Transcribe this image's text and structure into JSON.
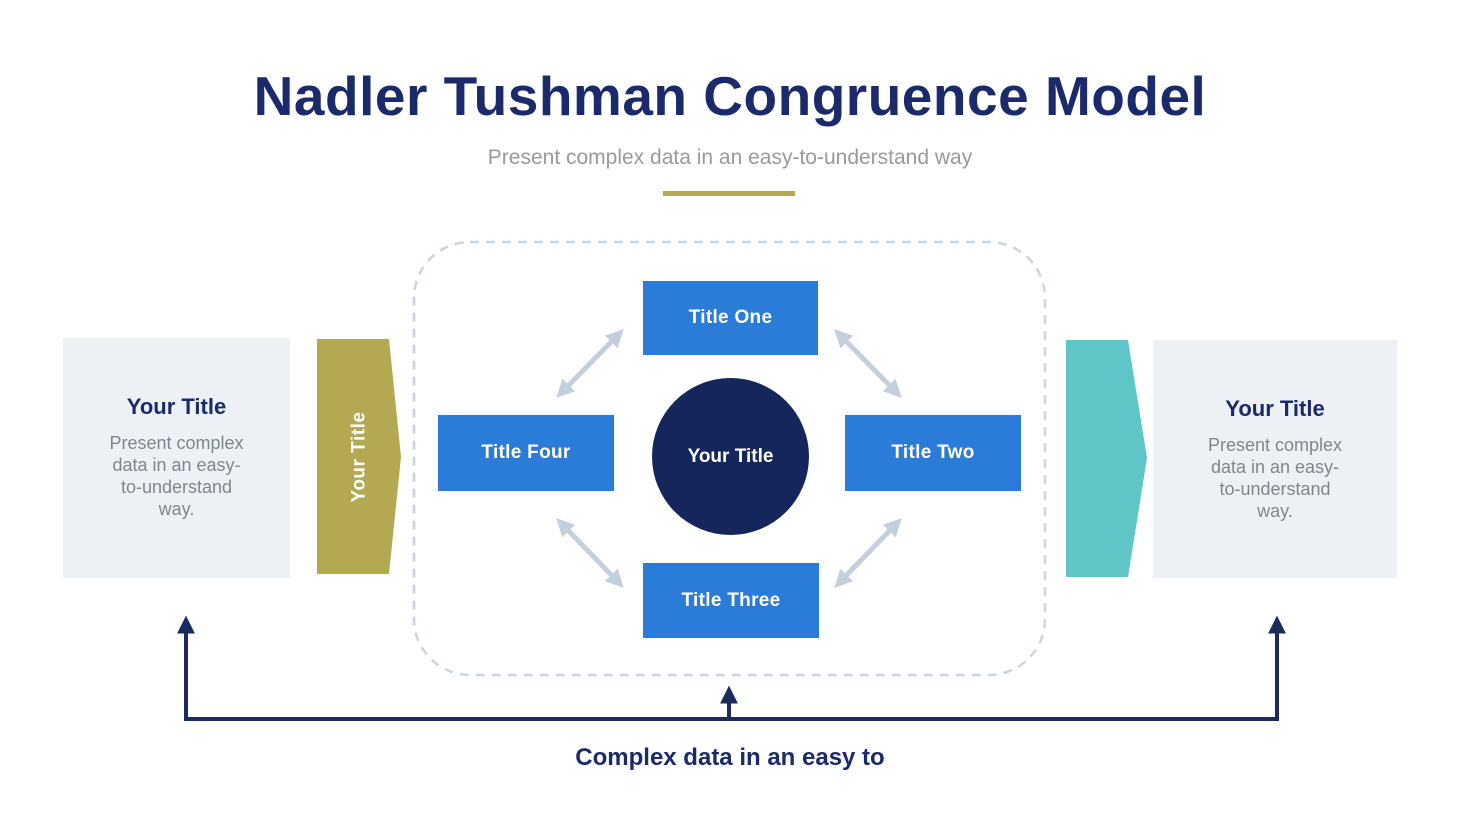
{
  "header": {
    "title": "Nadler Tushman Congruence Model",
    "subtitle": "Present complex data in an easy-to-understand way"
  },
  "side_panels": {
    "left": {
      "title": "Your Title",
      "body": "Present complex\ndata in an easy-\nto-understand\nway."
    },
    "right": {
      "title": "Your Title",
      "body": "Present complex\ndata in an easy-\nto-understand\nway."
    }
  },
  "connectors": {
    "olive_arrow_label": "Your Title"
  },
  "diagram": {
    "center": "Your Title",
    "node_top": "Title One",
    "node_right": "Title Two",
    "node_bottom": "Title Three",
    "node_left": "Title Four"
  },
  "footer": {
    "caption": "Complex data in an easy to"
  },
  "colors": {
    "title_navy": "#1b2a6b",
    "circle_navy": "#14265c",
    "node_blue": "#2b7cd9",
    "olive": "#b3a952",
    "teal": "#5fc5c6",
    "panel_gray": "#edf1f6",
    "body_text_gray": "#7e868e",
    "subtitle_gray": "#98999b",
    "dashed_border_gray": "#cbd5e0",
    "link_arrow_gray": "#c4cfdd",
    "connector_navy": "#1b2b5e"
  }
}
